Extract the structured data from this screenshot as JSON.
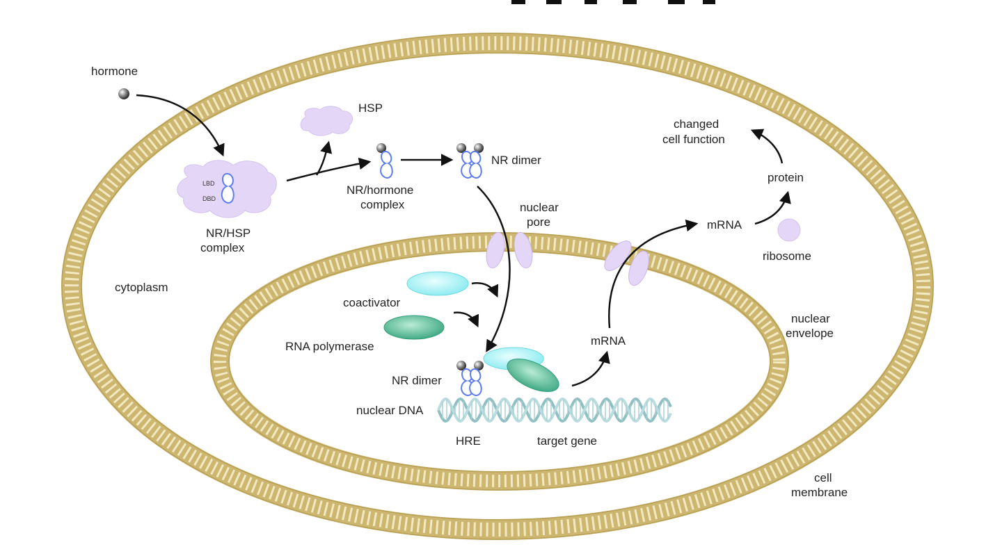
{
  "diagram": {
    "labels": {
      "hormone": "hormone",
      "hsp": "HSP",
      "lbd": "LBD",
      "dbd": "DBD",
      "nr_hsp_1": "NR/HSP",
      "nr_hsp_2": "complex",
      "nr_hormone_1": "NR/hormone",
      "nr_hormone_2": "complex",
      "nr_dimer_top": "NR dimer",
      "nuclear_pore_1": "nuclear",
      "nuclear_pore_2": "pore",
      "cytoplasm": "cytoplasm",
      "coactivator": "coactivator",
      "rna_polymerase": "RNA polymerase",
      "nr_dimer_bottom": "NR dimer",
      "nuclear_dna": "nuclear DNA",
      "hre": "HRE",
      "target_gene": "target gene",
      "mrna_nucleus": "mRNA",
      "mrna_cytoplasm": "mRNA",
      "protein": "protein",
      "ribosome": "ribosome",
      "changed_1": "changed",
      "changed_2": "cell function",
      "nuclear_envelope_1": "nuclear",
      "nuclear_envelope_2": "envelope",
      "cell_membrane_1": "cell",
      "cell_membrane_2": "membrane"
    },
    "colors": {
      "membrane": "#cdb770",
      "membrane_light": "#ece0ae",
      "hsp": "#e4d6f7",
      "receptor": "#5c7cf0",
      "coactivator": "#8ff0f2",
      "polymerase": "#3fb58e",
      "dna": "#8fbfc2",
      "arrow": "#111111",
      "hormone": "#8a8a8a"
    }
  }
}
